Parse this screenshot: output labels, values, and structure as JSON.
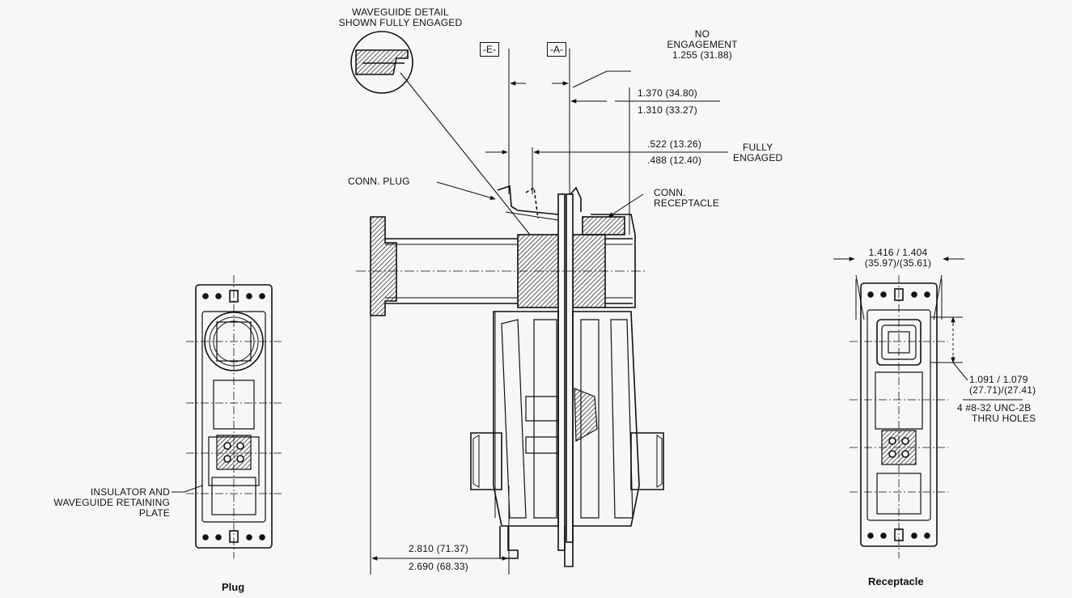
{
  "labels": {
    "waveguide_detail_1": "WAVEGUIDE DETAIL",
    "waveguide_detail_2": "SHOWN FULLY ENGAGED",
    "datum_e": "-E-",
    "datum_a": "-A-",
    "no_engagement_1": "NO",
    "no_engagement_2": "ENGAGEMENT",
    "no_engagement_dim": "1.255 (31.88)",
    "dim_1370": "1.370 (34.80)",
    "dim_1310": "1.310 (33.27)",
    "dim_522": ".522 (13.26)",
    "dim_488": ".488 (12.40)",
    "fully_1": "FULLY",
    "fully_2": "ENGAGED",
    "conn_plug": "CONN. PLUG",
    "conn_recep_1": "CONN.",
    "conn_recep_2": "RECEPTACLE",
    "dim_2810": "2.810 (71.37)",
    "dim_2690": "2.690 (68.33)",
    "insulator_1": "INSULATOR AND",
    "insulator_2": "WAVEGUIDE RETAINING",
    "insulator_3": "PLATE",
    "dim_1416_1": "1.416 / 1.404",
    "dim_1416_2": "(35.97)/(35.61)",
    "dim_1091_1": "1.091 / 1.079",
    "dim_1091_2": "(27.71)/(27.41)",
    "holes_1": "4  #8-32 UNC-2B",
    "holes_2": "THRU HOLES",
    "caption_plug": "Plug",
    "caption_receptacle": "Receptacle"
  }
}
